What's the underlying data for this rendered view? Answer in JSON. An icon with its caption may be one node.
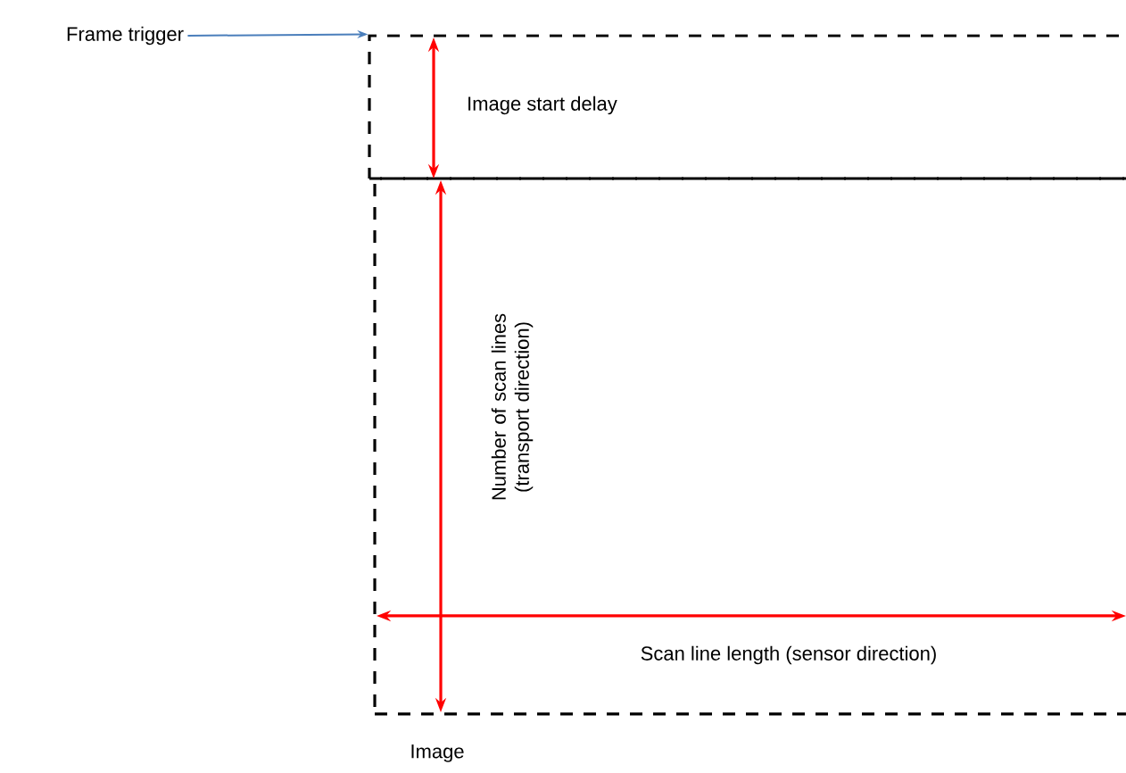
{
  "diagram": {
    "nodes": [
      {
        "text": [
          "Frame trigger"
        ]
      },
      {
        "text": [],
        "shape": "box"
      },
      {
        "text": [],
        "shape": "box"
      }
    ],
    "edges": [
      {
        "from": 0,
        "to": 1,
        "arrow": "to",
        "color": "#4a7ebb"
      }
    ],
    "labels": [
      "Image start delay",
      "Number of scan lines (transport direction)",
      "Scan line length (sensor direction)",
      "Image"
    ]
  }
}
